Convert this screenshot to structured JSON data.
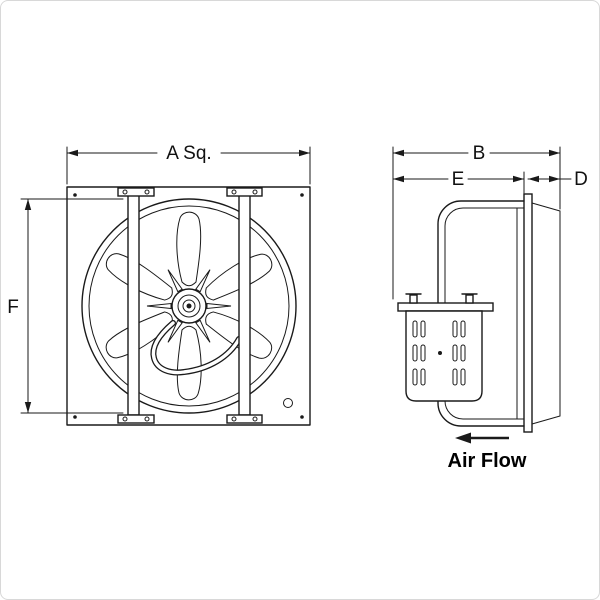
{
  "labels": {
    "dim_a": "A Sq.",
    "dim_f": "F",
    "dim_b": "B",
    "dim_e": "E",
    "dim_d": "D",
    "air_flow": "Air Flow"
  },
  "colors": {
    "line": "#1a1a1a",
    "background": "#ffffff",
    "border": "#d8d8d8"
  }
}
